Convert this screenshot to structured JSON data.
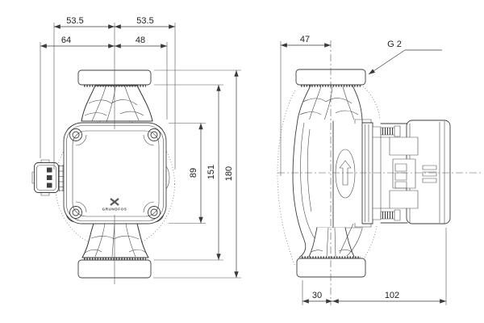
{
  "drawing": {
    "front_view": {
      "dim_top_left": "53.5",
      "dim_top_right": "53.5",
      "dim_left_of_center": "64",
      "dim_right_of_center": "48",
      "dim_body_height": "89",
      "dim_port_to_port": "151",
      "dim_overall_height": "180",
      "logo_text": "GRUNDFOS"
    },
    "side_view": {
      "dim_front_to_center": "47",
      "thread_label": "G 2",
      "dim_bottom_front": "30",
      "dim_bottom_back": "102"
    },
    "colors": {
      "background": "#ffffff",
      "outline": "#3d3d3d",
      "dimension": "#3a3a3a",
      "hidden_outline_dots": "#6a6a6a"
    }
  }
}
